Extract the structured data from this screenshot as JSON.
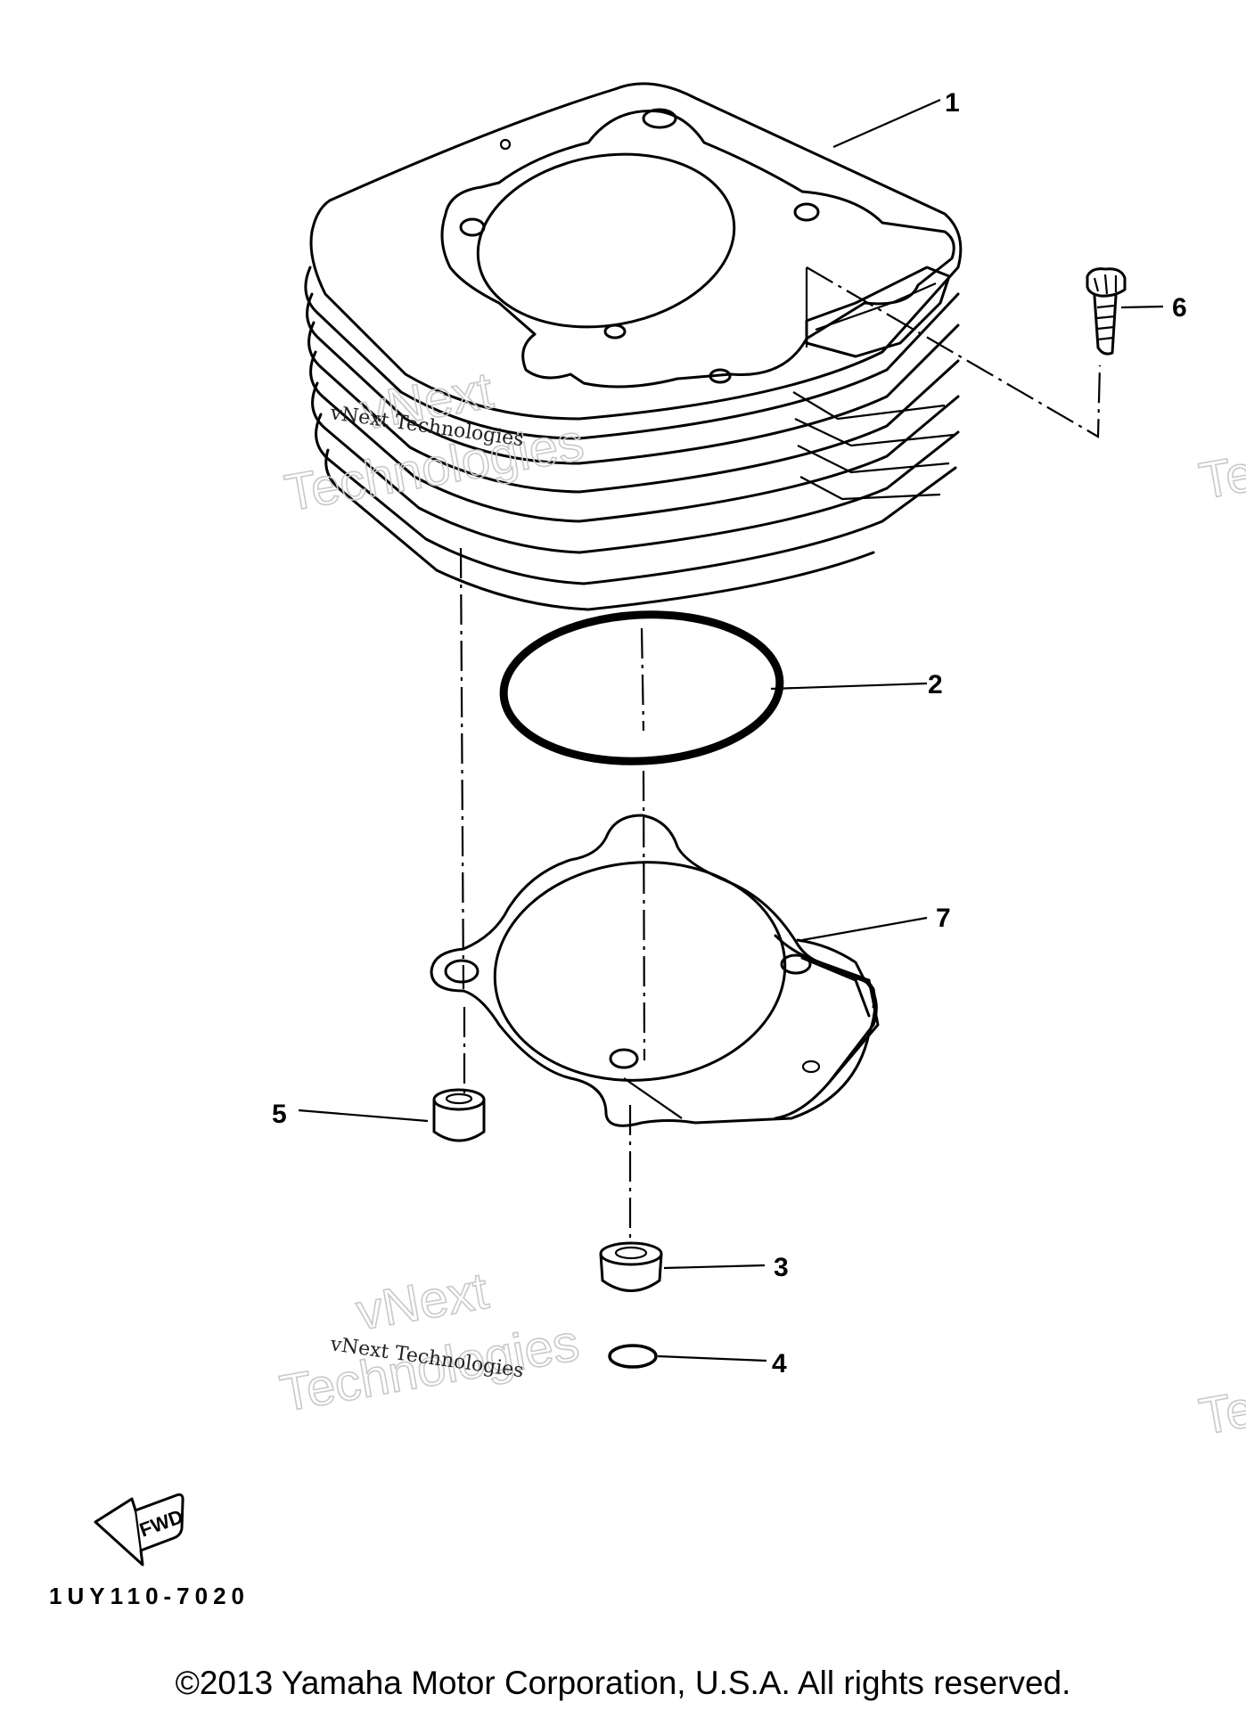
{
  "callouts": [
    "1",
    "2",
    "3",
    "4",
    "5",
    "6",
    "7"
  ],
  "watermark": {
    "small": "vNext Technologies",
    "big_line1": "vNext",
    "big_line2": "Technologies",
    "edge": "Te"
  },
  "fwd_label": "FWD",
  "diagram_code": "1UY110-7020",
  "copyright": "©2013 Yamaha Motor Corporation, U.S.A. All rights reserved."
}
